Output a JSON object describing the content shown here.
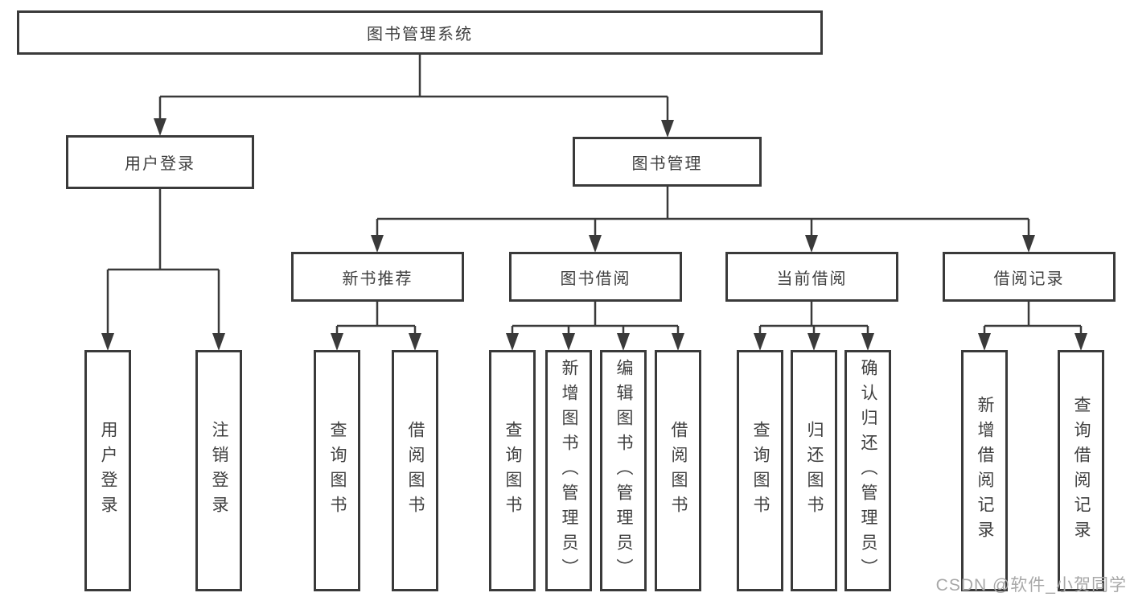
{
  "diagram": {
    "root": {
      "label": "图书管理系统"
    },
    "level2": [
      {
        "id": "user-login",
        "label": "用户登录"
      },
      {
        "id": "book-management",
        "label": "图书管理"
      }
    ],
    "level3": [
      {
        "id": "new-book-recommend",
        "label": "新书推荐"
      },
      {
        "id": "book-borrow",
        "label": "图书借阅"
      },
      {
        "id": "current-borrow",
        "label": "当前借阅"
      },
      {
        "id": "borrow-records",
        "label": "借阅记录"
      }
    ],
    "leaves": [
      {
        "group": "user-login",
        "label": "用户登录"
      },
      {
        "group": "user-login",
        "label": "注销登录"
      },
      {
        "group": "new-book-recommend",
        "label": "查询图书"
      },
      {
        "group": "new-book-recommend",
        "label": "借阅图书"
      },
      {
        "group": "book-borrow",
        "label": "查询图书"
      },
      {
        "group": "book-borrow",
        "label": "新增图书（管理员）"
      },
      {
        "group": "book-borrow",
        "label": "编辑图书（管理员）"
      },
      {
        "group": "book-borrow",
        "label": "借阅图书"
      },
      {
        "group": "current-borrow",
        "label": "查询图书"
      },
      {
        "group": "current-borrow",
        "label": "归还图书"
      },
      {
        "group": "current-borrow",
        "label": "确认归还（管理员）"
      },
      {
        "group": "borrow-records",
        "label": "新增借阅记录"
      },
      {
        "group": "borrow-records",
        "label": "查询借阅记录"
      }
    ]
  },
  "watermark": "CSDN @软件_小贺同学",
  "colors": {
    "line": "#3a3a3a",
    "text": "#3f3f3f",
    "background": "#ffffff",
    "watermark": "#a8a8a8"
  }
}
